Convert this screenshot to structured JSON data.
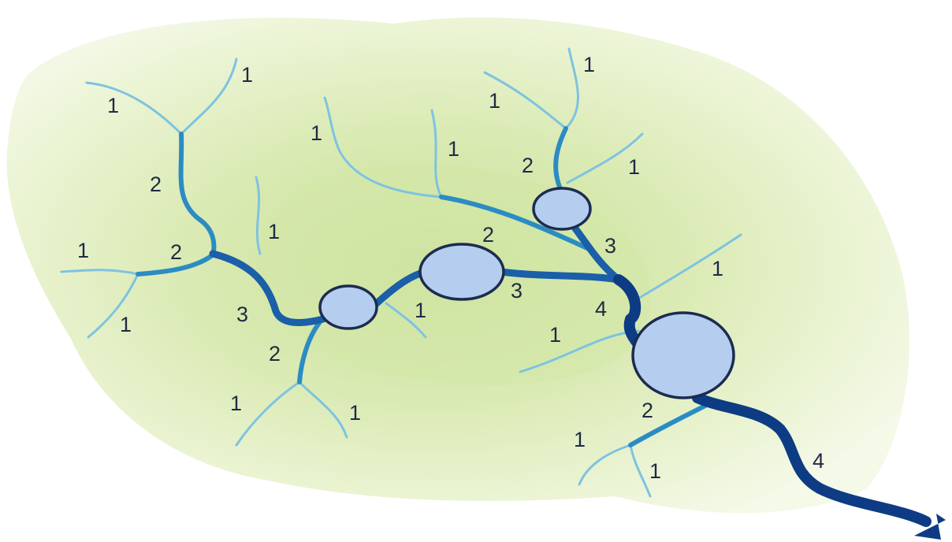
{
  "labels": {
    "l01": "1",
    "l02": "1",
    "l03": "2",
    "l04": "1",
    "l05": "2",
    "l06": "1",
    "l07": "1",
    "l08": "3",
    "l09": "2",
    "l10": "1",
    "l11": "1",
    "l12": "1",
    "l13": "1",
    "l14": "2",
    "l15": "3",
    "l16": "1",
    "l17": "1",
    "l18": "1",
    "l19": "2",
    "l20": "1",
    "l21": "3",
    "l22": "1",
    "l23": "4",
    "l24": "1",
    "l25": "2",
    "l26": "1",
    "l27": "1",
    "l28": "4"
  },
  "colors": {
    "order_1": "#7ec3e0",
    "order_2": "#2b8cc4",
    "order_3": "#1a5fa8",
    "order_4": "#0d3c84",
    "lake_fill": "#b5cdee",
    "basin_outer": "#eef6dc",
    "basin_inner": "#d2e6a4"
  }
}
